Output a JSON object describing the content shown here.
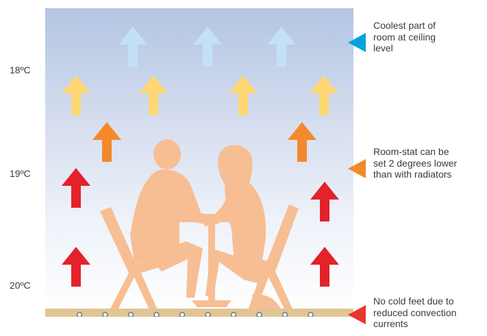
{
  "temperatures": {
    "top": "18ºC",
    "middle": "19ºC",
    "bottom": "20ºC"
  },
  "annotations": {
    "ceiling": "Coolest part of room at ceiling level",
    "roomstat": "Room-stat can be set 2 degrees lower than with radiators",
    "feet": "No cold feet due to reduced convection currents"
  },
  "colors": {
    "cool_arrow": "#c3e1f4",
    "warm_arrow": "#ffd774",
    "mid_arrow": "#f3892a",
    "hot_arrow": "#e3222b",
    "silhouette": "#f7be94",
    "floor": "#e2c594",
    "pointer_blue": "#00a3e0",
    "pointer_orange": "#f08a2b",
    "pointer_red": "#e8352e",
    "wall_top": "#b6c7e4",
    "wall_bottom": "#ffffff"
  },
  "icons": {
    "up_arrow": "arrow-up-icon",
    "pipe": "heating-pipe-icon",
    "pointer": "triangle-pointer-icon"
  }
}
